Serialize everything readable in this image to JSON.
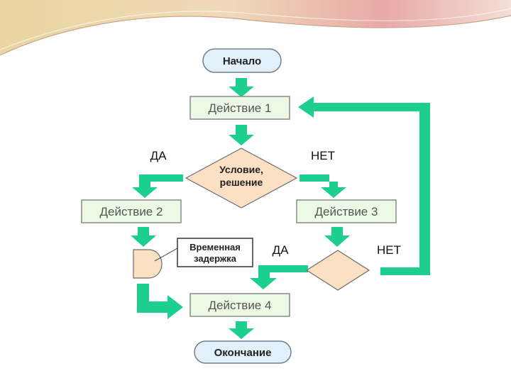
{
  "diagram": {
    "start": "Начало",
    "action1": "Действие 1",
    "condition_line1": "Условие,",
    "condition_line2": "решение",
    "yes_left": "ДА",
    "no_right": "НЕТ",
    "action2": "Действие 2",
    "action3": "Действие 3",
    "delay_line1": "Временная",
    "delay_line2": "задержка",
    "yes_second": "ДА",
    "no_second": "НЕТ",
    "action4": "Действие 4",
    "end": "Окончание"
  },
  "colors": {
    "arrow": "#1dcf8f",
    "box_border": "#8a8a8a",
    "box_fill": "#ecf9e4",
    "terminal_fill": "#e2f0fb",
    "decision_fill": "#fbe0c4",
    "header_pink": "#e8a9a6",
    "header_gold": "#e9d6a0"
  }
}
